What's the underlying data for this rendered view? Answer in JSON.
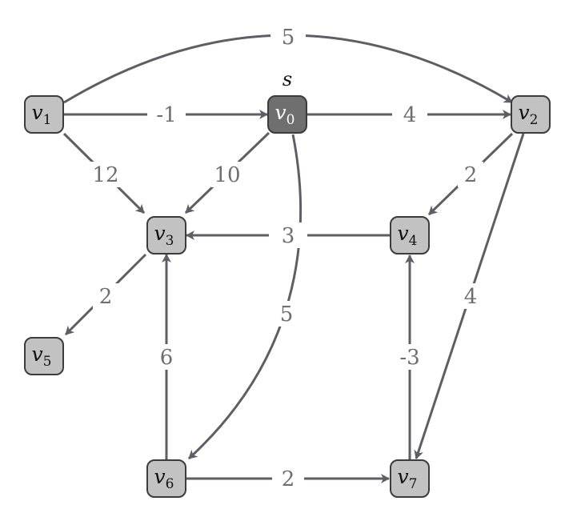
{
  "graph": {
    "source_label": "s",
    "nodes": [
      {
        "id": "v0",
        "sym": "v",
        "sub": "0",
        "fill": "#6f6f6f",
        "text_color": "#ffffff"
      },
      {
        "id": "v1",
        "sym": "v",
        "sub": "1",
        "fill": "#c2c2c2",
        "text_color": "#111111"
      },
      {
        "id": "v2",
        "sym": "v",
        "sub": "2",
        "fill": "#c2c2c2",
        "text_color": "#111111"
      },
      {
        "id": "v3",
        "sym": "v",
        "sub": "3",
        "fill": "#c2c2c2",
        "text_color": "#111111"
      },
      {
        "id": "v4",
        "sym": "v",
        "sub": "4",
        "fill": "#c2c2c2",
        "text_color": "#111111"
      },
      {
        "id": "v5",
        "sym": "v",
        "sub": "5",
        "fill": "#c2c2c2",
        "text_color": "#111111"
      },
      {
        "id": "v6",
        "sym": "v",
        "sub": "6",
        "fill": "#c2c2c2",
        "text_color": "#111111"
      },
      {
        "id": "v7",
        "sym": "v",
        "sub": "7",
        "fill": "#c2c2c2",
        "text_color": "#111111"
      }
    ],
    "edges": [
      {
        "from": "v1",
        "to": "v2",
        "weight": "5"
      },
      {
        "from": "v1",
        "to": "v0",
        "weight": "-1"
      },
      {
        "from": "v0",
        "to": "v2",
        "weight": "4"
      },
      {
        "from": "v1",
        "to": "v3",
        "weight": "12"
      },
      {
        "from": "v0",
        "to": "v3",
        "weight": "10"
      },
      {
        "from": "v2",
        "to": "v4",
        "weight": "2"
      },
      {
        "from": "v4",
        "to": "v3",
        "weight": "3"
      },
      {
        "from": "v3",
        "to": "v5",
        "weight": "2"
      },
      {
        "from": "v2",
        "to": "v7",
        "weight": "4"
      },
      {
        "from": "v0",
        "to": "v6",
        "weight": "5"
      },
      {
        "from": "v6",
        "to": "v3",
        "weight": "6"
      },
      {
        "from": "v7",
        "to": "v4",
        "weight": "-3"
      },
      {
        "from": "v6",
        "to": "v7",
        "weight": "2"
      }
    ],
    "colors": {
      "edge": "#5e5e66",
      "weight_text": "#6e6e6e",
      "node_stroke": "#3c3c3c"
    }
  }
}
